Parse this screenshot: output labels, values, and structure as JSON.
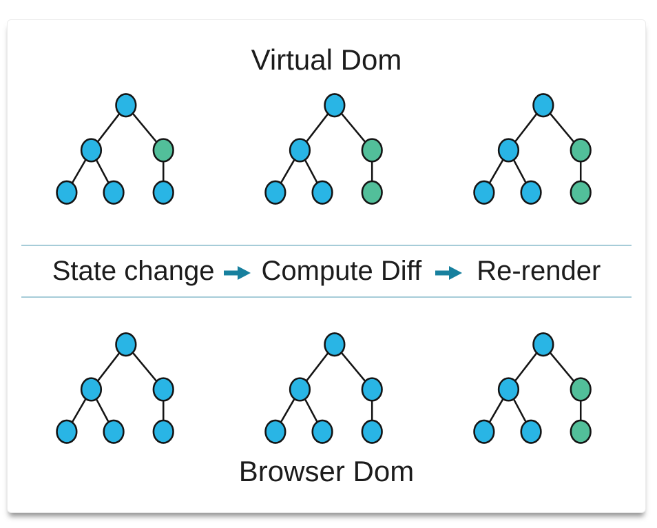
{
  "diagram": {
    "top_title": "Virtual Dom",
    "bottom_title": "Browser Dom",
    "process": {
      "steps": [
        "State change",
        "Compute Diff",
        "Re-render"
      ],
      "arrow_icon": "arrow-right-icon"
    },
    "colors": {
      "node_blue": "#29b5e5",
      "node_green": "#52bf9a",
      "node_outline": "#141414",
      "divider": "#a6ccd8",
      "arrow": "#17809e",
      "text": "#1c1c1c"
    },
    "trees": {
      "virtual_dom": [
        {
          "nodes": [
            "blue",
            "blue",
            "green",
            "blue",
            "blue",
            "blue"
          ]
        },
        {
          "nodes": [
            "blue",
            "blue",
            "green",
            "blue",
            "blue",
            "green"
          ]
        },
        {
          "nodes": [
            "blue",
            "blue",
            "green",
            "blue",
            "blue",
            "green"
          ]
        }
      ],
      "browser_dom": [
        {
          "nodes": [
            "blue",
            "blue",
            "blue",
            "blue",
            "blue",
            "blue"
          ]
        },
        {
          "nodes": [
            "blue",
            "blue",
            "blue",
            "blue",
            "blue",
            "blue"
          ]
        },
        {
          "nodes": [
            "blue",
            "blue",
            "green",
            "blue",
            "blue",
            "green"
          ]
        }
      ]
    }
  }
}
